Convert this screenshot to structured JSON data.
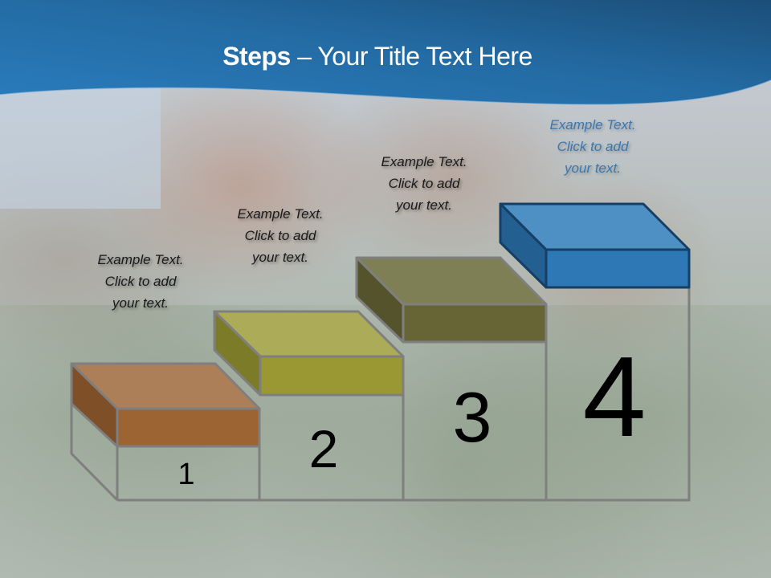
{
  "slide": {
    "title_bold": "Steps",
    "title_rest": " – Your Title Text Here",
    "header_color": "#1f5f94",
    "steps": [
      {
        "number": "1",
        "caption_line1": "Example Text.",
        "caption_line2": "Click  to add",
        "caption_line3": "your text.",
        "color_top": "#ad7f58",
        "color_front": "#9c6333",
        "color_side": "#7f4f28"
      },
      {
        "number": "2",
        "caption_line1": "Example Text.",
        "caption_line2": "Click  to add",
        "caption_line3": "your text.",
        "color_top": "#acab58",
        "color_front": "#9a9832",
        "color_side": "#7c7b28"
      },
      {
        "number": "3",
        "caption_line1": "Example Text.",
        "caption_line2": "Click  to add",
        "caption_line3": "your text.",
        "color_top": "#7f7f55",
        "color_front": "#676535",
        "color_side": "#54532c"
      },
      {
        "number": "4",
        "caption_line1": "Example Text.",
        "caption_line2": "Click  to add",
        "caption_line3": "your text.",
        "color_top": "#4e8fc4",
        "color_front": "#2e78b6",
        "color_side": "#245f92"
      }
    ]
  }
}
